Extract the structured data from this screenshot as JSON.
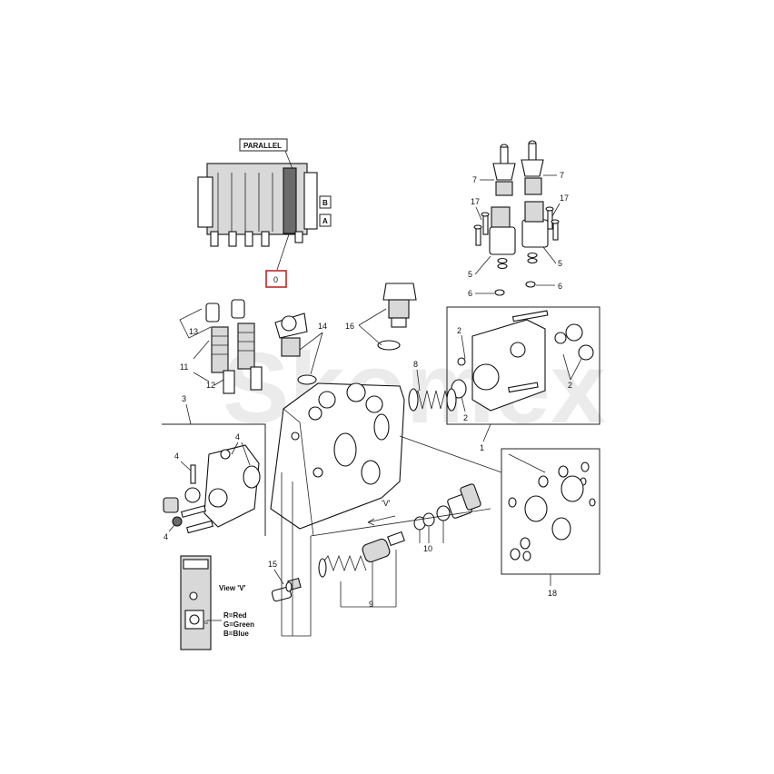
{
  "watermark": "Skomex",
  "callouts": {
    "parallel": "PARALLEL",
    "side_b": "B",
    "side_a": "A",
    "zero": "0",
    "view_v": "View 'V'",
    "view_v_arrow": "'V'",
    "color_r": "R=Red",
    "color_g": "G=Green",
    "color_b": "B=Blue"
  },
  "part_numbers": {
    "p1": "1",
    "p2a": "2",
    "p2b": "2",
    "p2c": "2",
    "p3": "3",
    "p4a": "4",
    "p4b": "4",
    "p4c": "4",
    "p5a": "5",
    "p5b": "5",
    "p6a": "6",
    "p6b": "6",
    "p7a": "7",
    "p7b": "7",
    "p8": "8",
    "p9": "9",
    "p10": "10",
    "p11": "11",
    "p12": "12",
    "p13": "13",
    "p14": "14",
    "p15": "15",
    "p16": "16",
    "p17a": "17",
    "p17b": "17",
    "p18": "18"
  },
  "colors": {
    "highlight": "#b71c1c",
    "line": "#111111"
  }
}
